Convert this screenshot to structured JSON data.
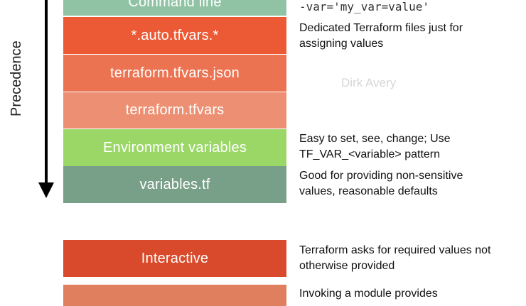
{
  "axis": {
    "label": "Precedence"
  },
  "blocks": [
    {
      "label": "Command line",
      "color": "#8fc3a3"
    },
    {
      "label": "*.auto.tfvars.*",
      "color": "#ec5a35"
    },
    {
      "label": "terraform.tfvars.json",
      "color": "#ec7352"
    },
    {
      "label": "terraform.tfvars",
      "color": "#ec8f72"
    },
    {
      "label": "Environment variables",
      "color": "#9ad767"
    },
    {
      "label": "variables.tf",
      "color": "#789f87"
    },
    {
      "label": "Interactive",
      "color": "#d84a2b"
    },
    {
      "label": "",
      "color": "#e07f5e"
    }
  ],
  "descriptions": {
    "command_line": "-var='my_var=value'",
    "auto_tfvars": [
      "Dedicated Terraform files just for",
      "assigning values"
    ],
    "env_vars": [
      "Easy to set, see, change; Use",
      "TF_VAR_<variable> pattern"
    ],
    "variables_tf": [
      "Good for providing non-sensitive",
      "values, reasonable defaults"
    ],
    "interactive": [
      "Terraform asks for required values not",
      "otherwise provided"
    ],
    "module": "Invoking a module provides"
  },
  "watermark": "Dirk Avery"
}
